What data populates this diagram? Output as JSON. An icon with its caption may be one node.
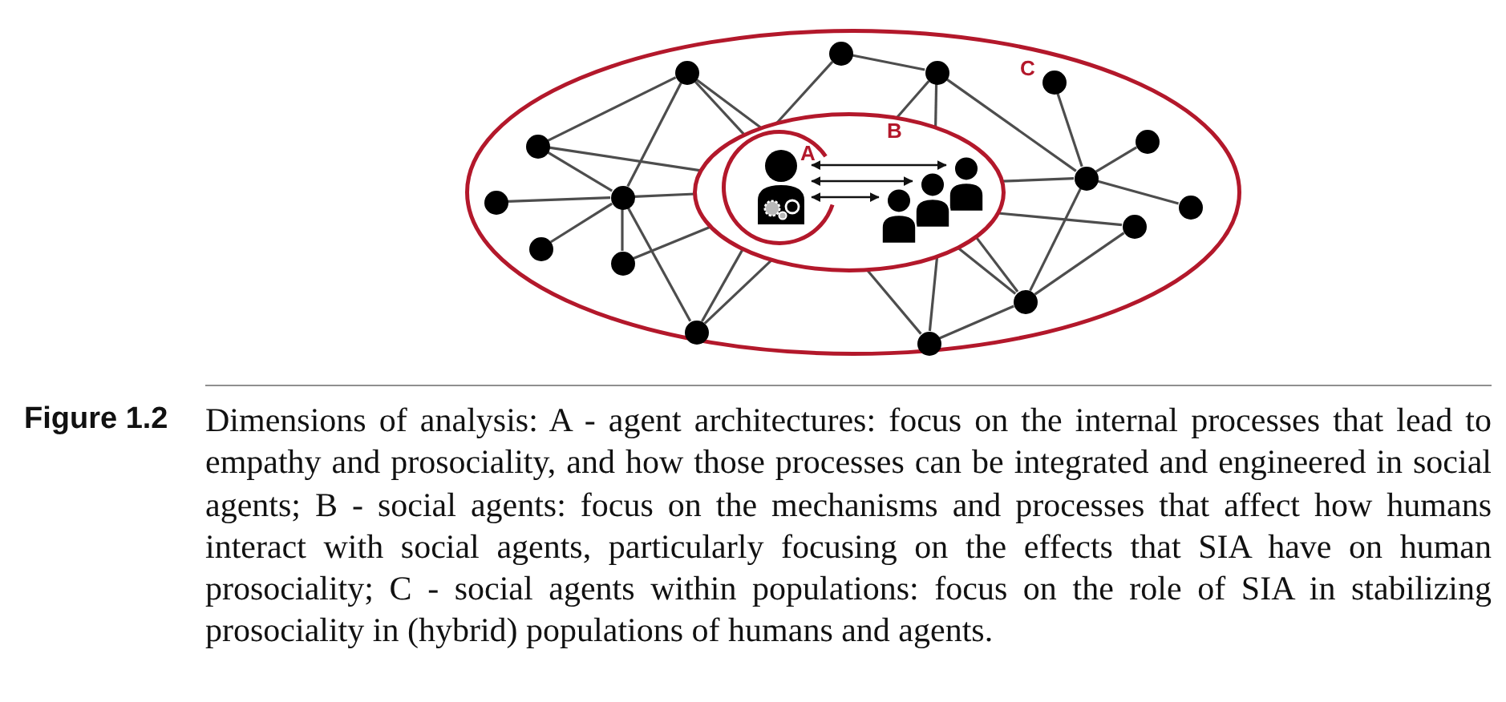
{
  "diagram": {
    "caption": "**Figure 1.2** Dimensions of analysis: A - agent architectures: focus on the internal processes that lead to empathy and prosociality, and how those processes can be integrated and engineered in social agents; B - social agents: focus on the mechanisms and processes that affect how humans interact with social agents, particularly focusing on the effects that SIA have on human prosociality; C - social agents within populations: focus on the role of SIA in stabilizing prosociality in (hybrid) populations of humans and agents.",
    "nodes": [
      {
        "text": [
          "C"
        ]
      },
      {
        "text": [
          "B"
        ],
        "in": 0
      },
      {
        "text": [
          "A"
        ],
        "in": 1
      },
      {
        "text": [],
        "shape": "person",
        "in": 2
      },
      {
        "text": [],
        "shape": "person",
        "in": 1
      },
      {
        "text": [],
        "shape": "person",
        "in": 1
      },
      {
        "text": [],
        "shape": "person",
        "in": 1
      },
      {
        "text": [],
        "shape": "circle",
        "in": 0
      },
      {
        "text": [],
        "shape": "circle",
        "in": 0
      },
      {
        "text": [],
        "shape": "circle",
        "in": 0
      },
      {
        "text": [],
        "shape": "circle",
        "in": 0
      },
      {
        "text": [],
        "shape": "circle",
        "in": 0
      },
      {
        "text": [],
        "shape": "circle",
        "in": 0
      },
      {
        "text": [],
        "shape": "circle",
        "in": 0
      },
      {
        "text": [],
        "shape": "circle",
        "in": 0
      },
      {
        "text": [],
        "shape": "circle",
        "in": 0
      },
      {
        "text": [],
        "shape": "circle",
        "in": 0
      },
      {
        "text": [],
        "shape": "circle",
        "in": 0
      },
      {
        "text": [],
        "shape": "circle",
        "in": 0
      },
      {
        "text": [],
        "shape": "circle",
        "in": 0
      },
      {
        "text": [],
        "shape": "circle",
        "in": 0
      },
      {
        "text": [],
        "shape": "circle",
        "in": 0
      },
      {
        "text": [],
        "shape": "circle",
        "in": 0
      }
    ],
    "edges": [
      {
        "from": 3,
        "to": 6,
        "arrow": "both"
      },
      {
        "from": 3,
        "to": 5,
        "arrow": "both"
      },
      {
        "from": 3,
        "to": 4,
        "arrow": "both"
      },
      {
        "from": 12,
        "to": 8,
        "arrow": "none"
      },
      {
        "from": 12,
        "to": 10,
        "arrow": "none"
      },
      {
        "from": 8,
        "to": 10,
        "arrow": "none"
      },
      {
        "from": 7,
        "to": 10,
        "arrow": "none"
      },
      {
        "from": 9,
        "to": 10,
        "arrow": "none"
      },
      {
        "from": 10,
        "to": 11,
        "arrow": "none"
      },
      {
        "from": 10,
        "to": 13,
        "arrow": "none"
      },
      {
        "from": 14,
        "to": 16,
        "arrow": "none"
      },
      {
        "from": 16,
        "to": 19,
        "arrow": "none"
      },
      {
        "from": 18,
        "to": 19,
        "arrow": "none"
      },
      {
        "from": 21,
        "to": 19,
        "arrow": "none"
      },
      {
        "from": 19,
        "to": 22,
        "arrow": "none"
      },
      {
        "from": 19,
        "to": 17,
        "arrow": "none"
      },
      {
        "from": 20,
        "to": 17,
        "arrow": "none"
      },
      {
        "from": 17,
        "to": 15,
        "arrow": "none"
      },
      {
        "from": 12,
        "to": 1,
        "arrow": "none"
      },
      {
        "from": 12,
        "to": 1,
        "arrow": "none"
      },
      {
        "from": 8,
        "to": 1,
        "arrow": "none"
      },
      {
        "from": 10,
        "to": 1,
        "arrow": "none"
      },
      {
        "from": 11,
        "to": 1,
        "arrow": "none"
      },
      {
        "from": 13,
        "to": 1,
        "arrow": "none"
      },
      {
        "from": 13,
        "to": 1,
        "arrow": "none"
      },
      {
        "from": 14,
        "to": 1,
        "arrow": "none"
      },
      {
        "from": 16,
        "to": 1,
        "arrow": "none"
      },
      {
        "from": 16,
        "to": 1,
        "arrow": "none"
      },
      {
        "from": 19,
        "to": 1,
        "arrow": "none"
      },
      {
        "from": 20,
        "to": 1,
        "arrow": "none"
      },
      {
        "from": 17,
        "to": 1,
        "arrow": "none"
      },
      {
        "from": 17,
        "to": 1,
        "arrow": "none"
      },
      {
        "from": 15,
        "to": 1,
        "arrow": "none"
      },
      {
        "from": 15,
        "to": 1,
        "arrow": "none"
      }
    ]
  }
}
